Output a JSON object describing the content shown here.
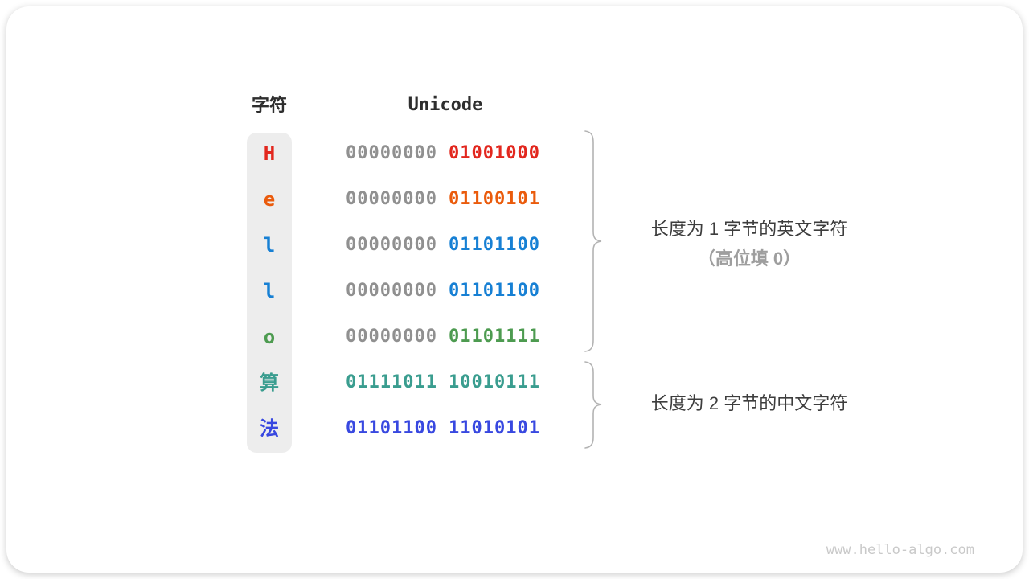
{
  "table": {
    "headers": {
      "char": "字符",
      "unicode": "Unicode"
    },
    "gray_byte_color": "#909090",
    "rows": [
      {
        "char": "H",
        "byte1": "00000000",
        "byte2": "01001000",
        "color": "#e2271e",
        "byte1_colored": false
      },
      {
        "char": "e",
        "byte1": "00000000",
        "byte2": "01100101",
        "color": "#ea5b0c",
        "byte1_colored": false
      },
      {
        "char": "l",
        "byte1": "00000000",
        "byte2": "01101100",
        "color": "#1780d4",
        "byte1_colored": false
      },
      {
        "char": "l",
        "byte1": "00000000",
        "byte2": "01101100",
        "color": "#1780d4",
        "byte1_colored": false
      },
      {
        "char": "o",
        "byte1": "00000000",
        "byte2": "01101111",
        "color": "#4d9b50",
        "byte1_colored": false
      },
      {
        "char": "算",
        "byte1": "01111011",
        "byte2": "10010111",
        "color": "#3a9d8f",
        "byte1_colored": true
      },
      {
        "char": "法",
        "byte1": "01101100",
        "byte2": "11010101",
        "color": "#3848e0",
        "byte1_colored": true
      }
    ]
  },
  "annotations": {
    "english": {
      "line1": "长度为 1 字节的英文字符",
      "line2": "（高位填 0）"
    },
    "chinese": {
      "line1": "长度为 2 字节的中文字符"
    }
  },
  "colors": {
    "brace": "#b3b3b3",
    "pill_background": "#ededed",
    "header_text": "#2e2e2e",
    "annotation_text": "#3d3d3d",
    "annotation_subtext": "#9e9e9e",
    "footer_text": "#c9c9c9"
  },
  "footer": {
    "url": "www.hello-algo.com"
  }
}
